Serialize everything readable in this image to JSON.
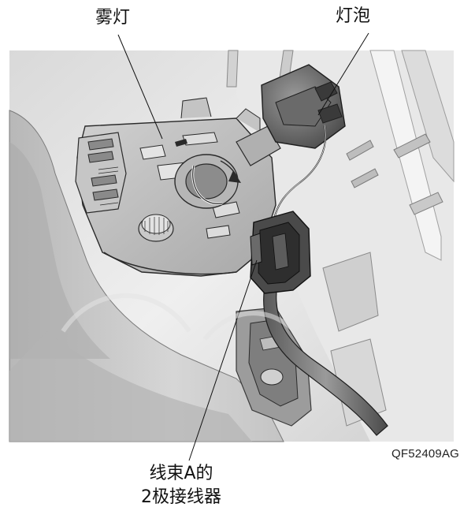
{
  "labels": {
    "fog_lamp": "雾灯",
    "bulb": "灯泡",
    "connector_line1": "线束A的",
    "connector_line2": "2极接线器"
  },
  "figure_code": "QF52409AG",
  "colors": {
    "background": "#ffffff",
    "panel_light": "#e6e6e6",
    "panel_mid": "#c8c8c8",
    "panel_dark": "#8e8e8e",
    "outline": "#2a2a2a",
    "connector": "#3a3a3a"
  }
}
